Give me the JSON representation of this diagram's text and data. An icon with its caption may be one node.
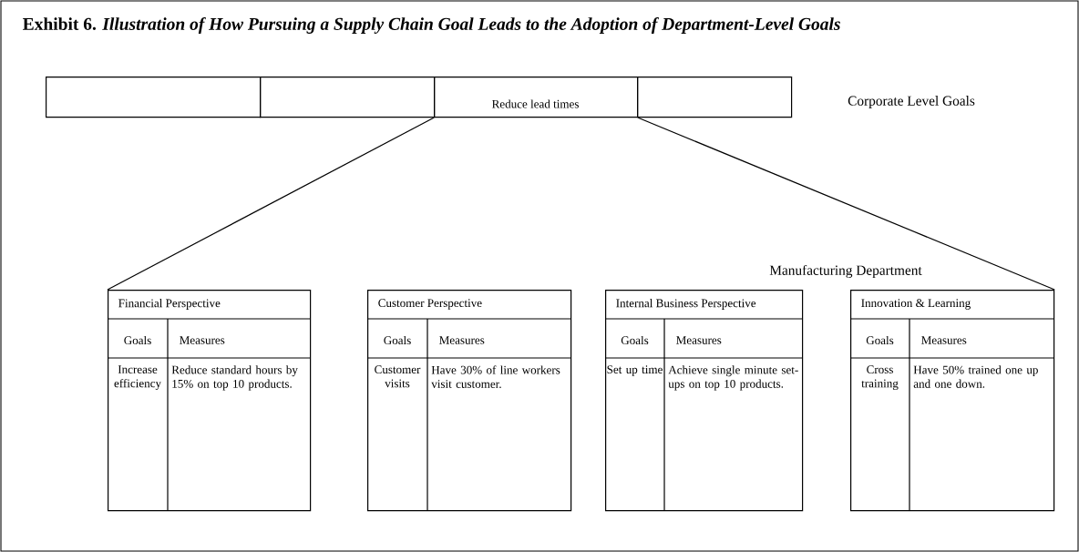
{
  "diagram": {
    "title": "Exhibit 6. *Illustration of How Pursuing a Supply Chain Goal Leads to the Adoption of Department-Level Goals*",
    "nodes": [
      {
        "text": [],
        "shape": "box"
      },
      {
        "text": [],
        "shape": "box"
      },
      {
        "text": [
          "Reduce lead times"
        ]
      },
      {
        "text": [],
        "shape": "box"
      },
      {
        "text": [
          "Financial Perspective",
          "Goals",
          "Measures",
          "Increase efficiency",
          "Reduce standard hours by 15% on top 10 products."
        ]
      },
      {
        "text": [
          "Customer Perspective",
          "Goals",
          "Measures",
          "Customer visits",
          "Have 30% of line workers visit customer."
        ]
      },
      {
        "text": [
          "Internal Business Perspective",
          "Goals",
          "Measures",
          "Set up time",
          "Achieve single minute set-ups on top 10 products."
        ]
      },
      {
        "text": [
          "Innovation & Learning",
          "Goals",
          "Measures",
          "Cross training",
          "Have 50% trained one up and one down."
        ]
      }
    ],
    "edges": [
      {
        "from": 2,
        "to": 4,
        "arrow": "none"
      },
      {
        "from": 2,
        "to": 7,
        "arrow": "none"
      }
    ],
    "labels": [
      "Corporate Level Goals",
      "Manufacturing Department"
    ]
  }
}
